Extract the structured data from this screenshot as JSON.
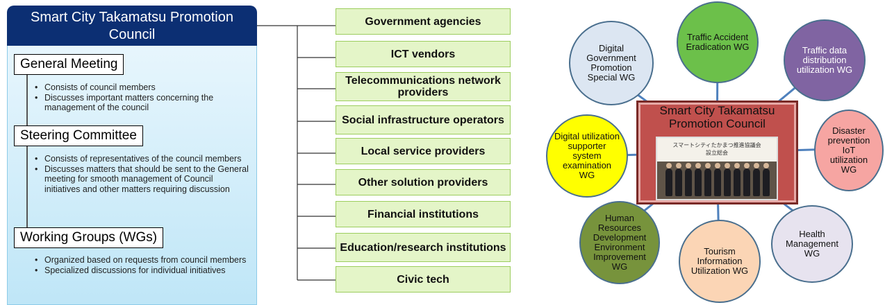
{
  "council": {
    "title": "Smart City Takamatsu Promotion Council"
  },
  "sections": [
    {
      "title": "General Meeting",
      "bullets": [
        "Consists of council members",
        "Discusses important matters concerning the management of the council"
      ]
    },
    {
      "title": "Steering Committee",
      "bullets": [
        "Consists of representatives of the council members",
        "Discusses matters that should be sent to the General meeting for smooth management of Council initiatives and other matters requiring discussion"
      ]
    },
    {
      "title": "Working Groups (WGs)",
      "bullets": [
        "Organized based on requests from council members",
        "Specialized discussions for individual initiatives"
      ]
    }
  ],
  "members": [
    "Government agencies",
    "ICT vendors",
    "Telecommunications network providers",
    "Social infrastructure operators",
    "Local service providers",
    "Other solution providers",
    "Financial institutions",
    "Education/research institutions",
    "Civic tech"
  ],
  "diagram": {
    "center_title": "Smart City Takamatsu Promotion Council",
    "photo_banner_line1": "スマートシティたかまつ推進協議会",
    "photo_banner_line2": "設立総会",
    "working_groups": [
      {
        "label": "Traffic Accident Eradication WG",
        "color": "#6cc04a"
      },
      {
        "label": "Traffic data distribution utilization WG",
        "color": "#8064a2"
      },
      {
        "label": "Disaster prevention IoT utilization WG",
        "color": "#f6a5a2"
      },
      {
        "label": "Health Management WG",
        "color": "#e7e3ef"
      },
      {
        "label": "Tourism Information Utilization WG",
        "color": "#fbd5b5"
      },
      {
        "label": "Human Resources Development Environment Improvement WG",
        "color": "#77933c"
      },
      {
        "label": "Digital utilization supporter system examination WG",
        "color": "#ffff00"
      },
      {
        "label": "Digital Government Promotion Special WG",
        "color": "#dce6f2"
      }
    ]
  }
}
